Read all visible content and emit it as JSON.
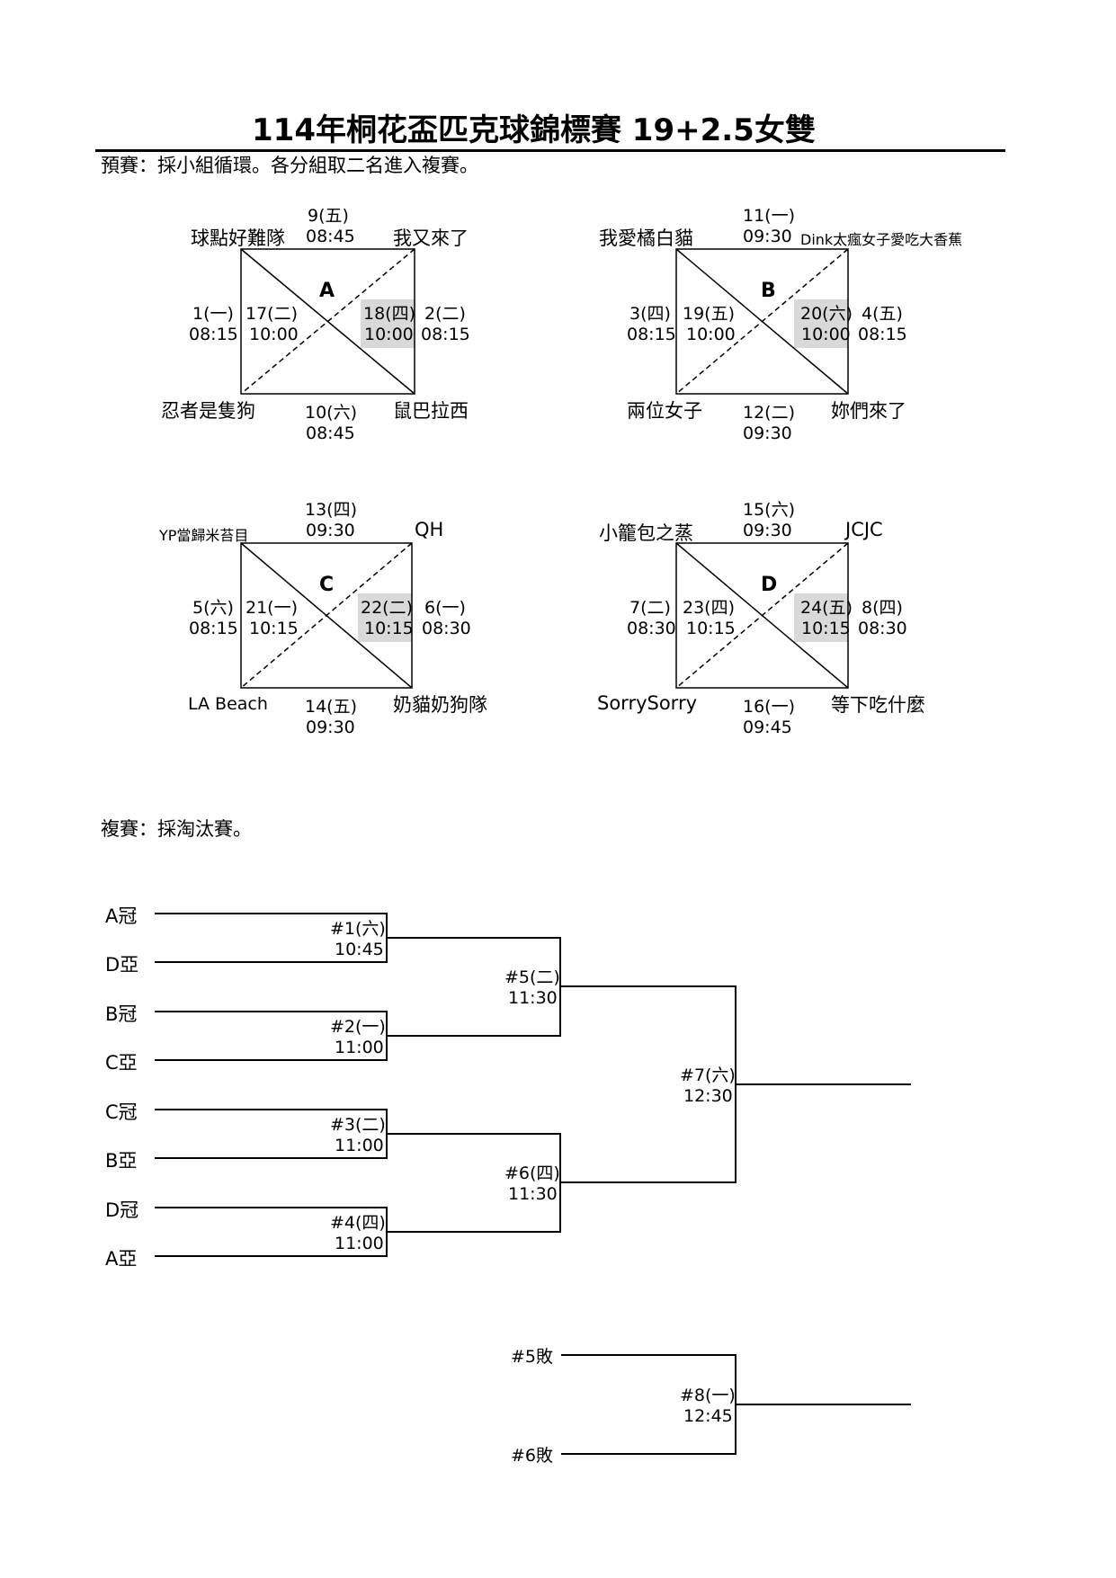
{
  "title": "114年桐花盃匹克球錦標賽 19+2.5女雙",
  "prelim_note": "預賽：採小組循環。各分組取二名進入複賽。",
  "knockout_note": "複賽：採淘汰賽。",
  "groups": [
    {
      "name": "A",
      "teams": {
        "top_left": "球點好難隊",
        "top_right": "我又來了",
        "bottom_left": "忍者是隻狗",
        "bottom_right": "鼠巴拉西"
      },
      "top_match": {
        "num": "9(五)",
        "time": "08:45"
      },
      "bottom_match": {
        "num": "10(六)",
        "time": "08:45"
      },
      "left_outer": {
        "num": "1(一)",
        "time": "08:15"
      },
      "left_inner": {
        "num": "17(二)",
        "time": "10:00"
      },
      "right_inner": {
        "num": "18(四)",
        "time": "10:00"
      },
      "right_outer": {
        "num": "2(二)",
        "time": "08:15"
      }
    },
    {
      "name": "B",
      "teams": {
        "top_left": "我愛橘白貓",
        "top_right": "Dink太瘋女子愛吃大香蕉",
        "bottom_left": "兩位女子",
        "bottom_right": "妳們來了"
      },
      "top_match": {
        "num": "11(一)",
        "time": "09:30"
      },
      "bottom_match": {
        "num": "12(二)",
        "time": "09:30"
      },
      "left_outer": {
        "num": "3(四)",
        "time": "08:15"
      },
      "left_inner": {
        "num": "19(五)",
        "time": "10:00"
      },
      "right_inner": {
        "num": "20(六)",
        "time": "10:00"
      },
      "right_outer": {
        "num": "4(五)",
        "time": "08:15"
      }
    },
    {
      "name": "C",
      "teams": {
        "top_left": "YP當歸米苔目",
        "top_right": "QH",
        "bottom_left": "LA Beach",
        "bottom_right": "奶貓奶狗隊"
      },
      "top_match": {
        "num": "13(四)",
        "time": "09:30"
      },
      "bottom_match": {
        "num": "14(五)",
        "time": "09:30"
      },
      "left_outer": {
        "num": "5(六)",
        "time": "08:15"
      },
      "left_inner": {
        "num": "21(一)",
        "time": "10:15"
      },
      "right_inner": {
        "num": "22(二)",
        "time": "10:15"
      },
      "right_outer": {
        "num": "6(一)",
        "time": "08:30"
      }
    },
    {
      "name": "D",
      "teams": {
        "top_left": "小籠包之蒸",
        "top_right": "JCJC",
        "bottom_left": "SorrySorry",
        "bottom_right": "等下吃什麼"
      },
      "top_match": {
        "num": "15(六)",
        "time": "09:30"
      },
      "bottom_match": {
        "num": "16(一)",
        "time": "09:45"
      },
      "left_outer": {
        "num": "7(二)",
        "time": "08:30"
      },
      "left_inner": {
        "num": "23(四)",
        "time": "10:15"
      },
      "right_inner": {
        "num": "24(五)",
        "time": "10:15"
      },
      "right_outer": {
        "num": "8(四)",
        "time": "08:30"
      }
    }
  ],
  "bracket": {
    "seeds": [
      "A冠",
      "D亞",
      "B冠",
      "C亞",
      "C冠",
      "B亞",
      "D冠",
      "A亞"
    ],
    "r1": [
      {
        "num": "#1(六)",
        "time": "10:45"
      },
      {
        "num": "#2(一)",
        "time": "11:00"
      },
      {
        "num": "#3(二)",
        "time": "11:00"
      },
      {
        "num": "#4(四)",
        "time": "11:00"
      }
    ],
    "semi": [
      {
        "num": "#5(二)",
        "time": "11:30"
      },
      {
        "num": "#6(四)",
        "time": "11:30"
      }
    ],
    "final": {
      "num": "#7(六)",
      "time": "12:30"
    },
    "third_place": {
      "in1": "#5敗",
      "in2": "#6敗",
      "num": "#8(一)",
      "time": "12:45"
    }
  }
}
